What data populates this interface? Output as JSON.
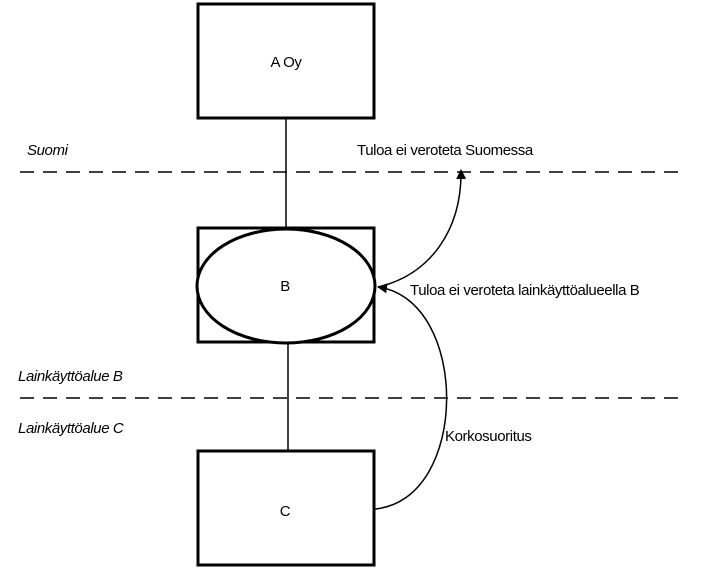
{
  "nodes": {
    "a": "A Oy",
    "b": "B",
    "c": "C"
  },
  "zones": {
    "suomi": "Suomi",
    "b": "Lainkäyttöalue B",
    "c": "Lainkäyttöalue C"
  },
  "annotations": {
    "not_taxed_finland": "Tuloa ei veroteta Suomessa",
    "not_taxed_b": "Tuloa ei veroteta lainkäyttöalueella B",
    "interest_payment": "Korkosuoritus"
  }
}
